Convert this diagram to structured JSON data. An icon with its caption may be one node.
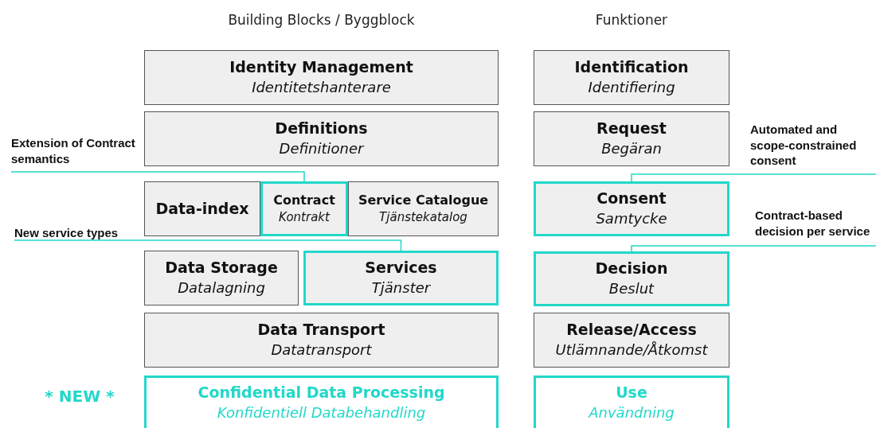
{
  "diagram": {
    "nodes": [
      {
        "text": [
          "Identity Management",
          "Identitetshanterare"
        ]
      },
      {
        "text": [
          "Definitions",
          "Definitioner"
        ]
      },
      {
        "text": [
          "Data-index"
        ]
      },
      {
        "text": [
          "Contract",
          "Kontrakt"
        ]
      },
      {
        "text": [
          "Service Catalogue",
          "Tjänstekatalog"
        ]
      },
      {
        "text": [
          "Data Storage",
          "Datalagning"
        ]
      },
      {
        "text": [
          "Services",
          "Tjänster"
        ]
      },
      {
        "text": [
          "Data Transport",
          "Datatransport"
        ]
      },
      {
        "text": [
          "Confidential Data Processing",
          "Konfidentiell Databehandling"
        ]
      },
      {
        "text": [
          "Identification",
          "Identifiering"
        ]
      },
      {
        "text": [
          "Request",
          "Begäran"
        ]
      },
      {
        "text": [
          "Consent",
          "Samtycke"
        ]
      },
      {
        "text": [
          "Decision",
          "Beslut"
        ]
      },
      {
        "text": [
          "Release/Access",
          "Utlämnande/Åtkomst"
        ]
      },
      {
        "text": [
          "Use",
          "Användning"
        ]
      },
      {
        "text": [
          "Extension of Contract semantics"
        ]
      },
      {
        "text": [
          "New service types"
        ]
      },
      {
        "text": [
          "Automated and scope-constrained consent"
        ]
      },
      {
        "text": [
          "Contract-based decision per service"
        ]
      }
    ],
    "edges": [
      {
        "from": 15,
        "to": 3,
        "arrow": "none"
      },
      {
        "from": 16,
        "to": 6,
        "arrow": "none"
      },
      {
        "from": 17,
        "to": 11,
        "arrow": "none"
      },
      {
        "from": 18,
        "to": 12,
        "arrow": "none"
      }
    ],
    "labels": [
      "Building Blocks / Byggblock",
      "Funktioner",
      "* NEW *"
    ]
  }
}
